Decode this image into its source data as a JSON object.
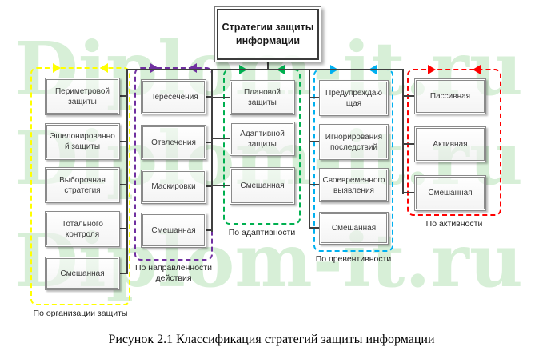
{
  "root": {
    "title": "Стратегии защиты информации"
  },
  "watermark": {
    "text": "Diplom-it.ru",
    "color": "#d7efd7",
    "rows": 3
  },
  "connector_color": "#404040",
  "groups": [
    {
      "label": "По организации защиты",
      "color": "#ffff00",
      "items": [
        "Периметровой защиты",
        "Эшелонированной защиты",
        "Выборочная стратегия",
        "Тотального контроля",
        "Смешанная"
      ]
    },
    {
      "label": "По направленности действия",
      "color": "#7030a0",
      "items": [
        "Пересечения",
        "Отвлечения",
        "Маскировки",
        "Смешанная"
      ]
    },
    {
      "label": "По адаптивности",
      "color": "#00b050",
      "items": [
        "Плановой защиты",
        "Адаптивной защиты",
        "Смешанная"
      ]
    },
    {
      "label": "По превентивности",
      "color": "#00b0f0",
      "items": [
        "Предупреждающая",
        "Игнорирования последствий",
        "Своевременного выявления",
        "Смешанная"
      ]
    },
    {
      "label": "По активности",
      "color": "#ff0000",
      "items": [
        "Пассивная",
        "Активная",
        "Смешанная"
      ]
    }
  ],
  "caption": "Рисунок 2.1 Классификация стратегий защиты информации"
}
